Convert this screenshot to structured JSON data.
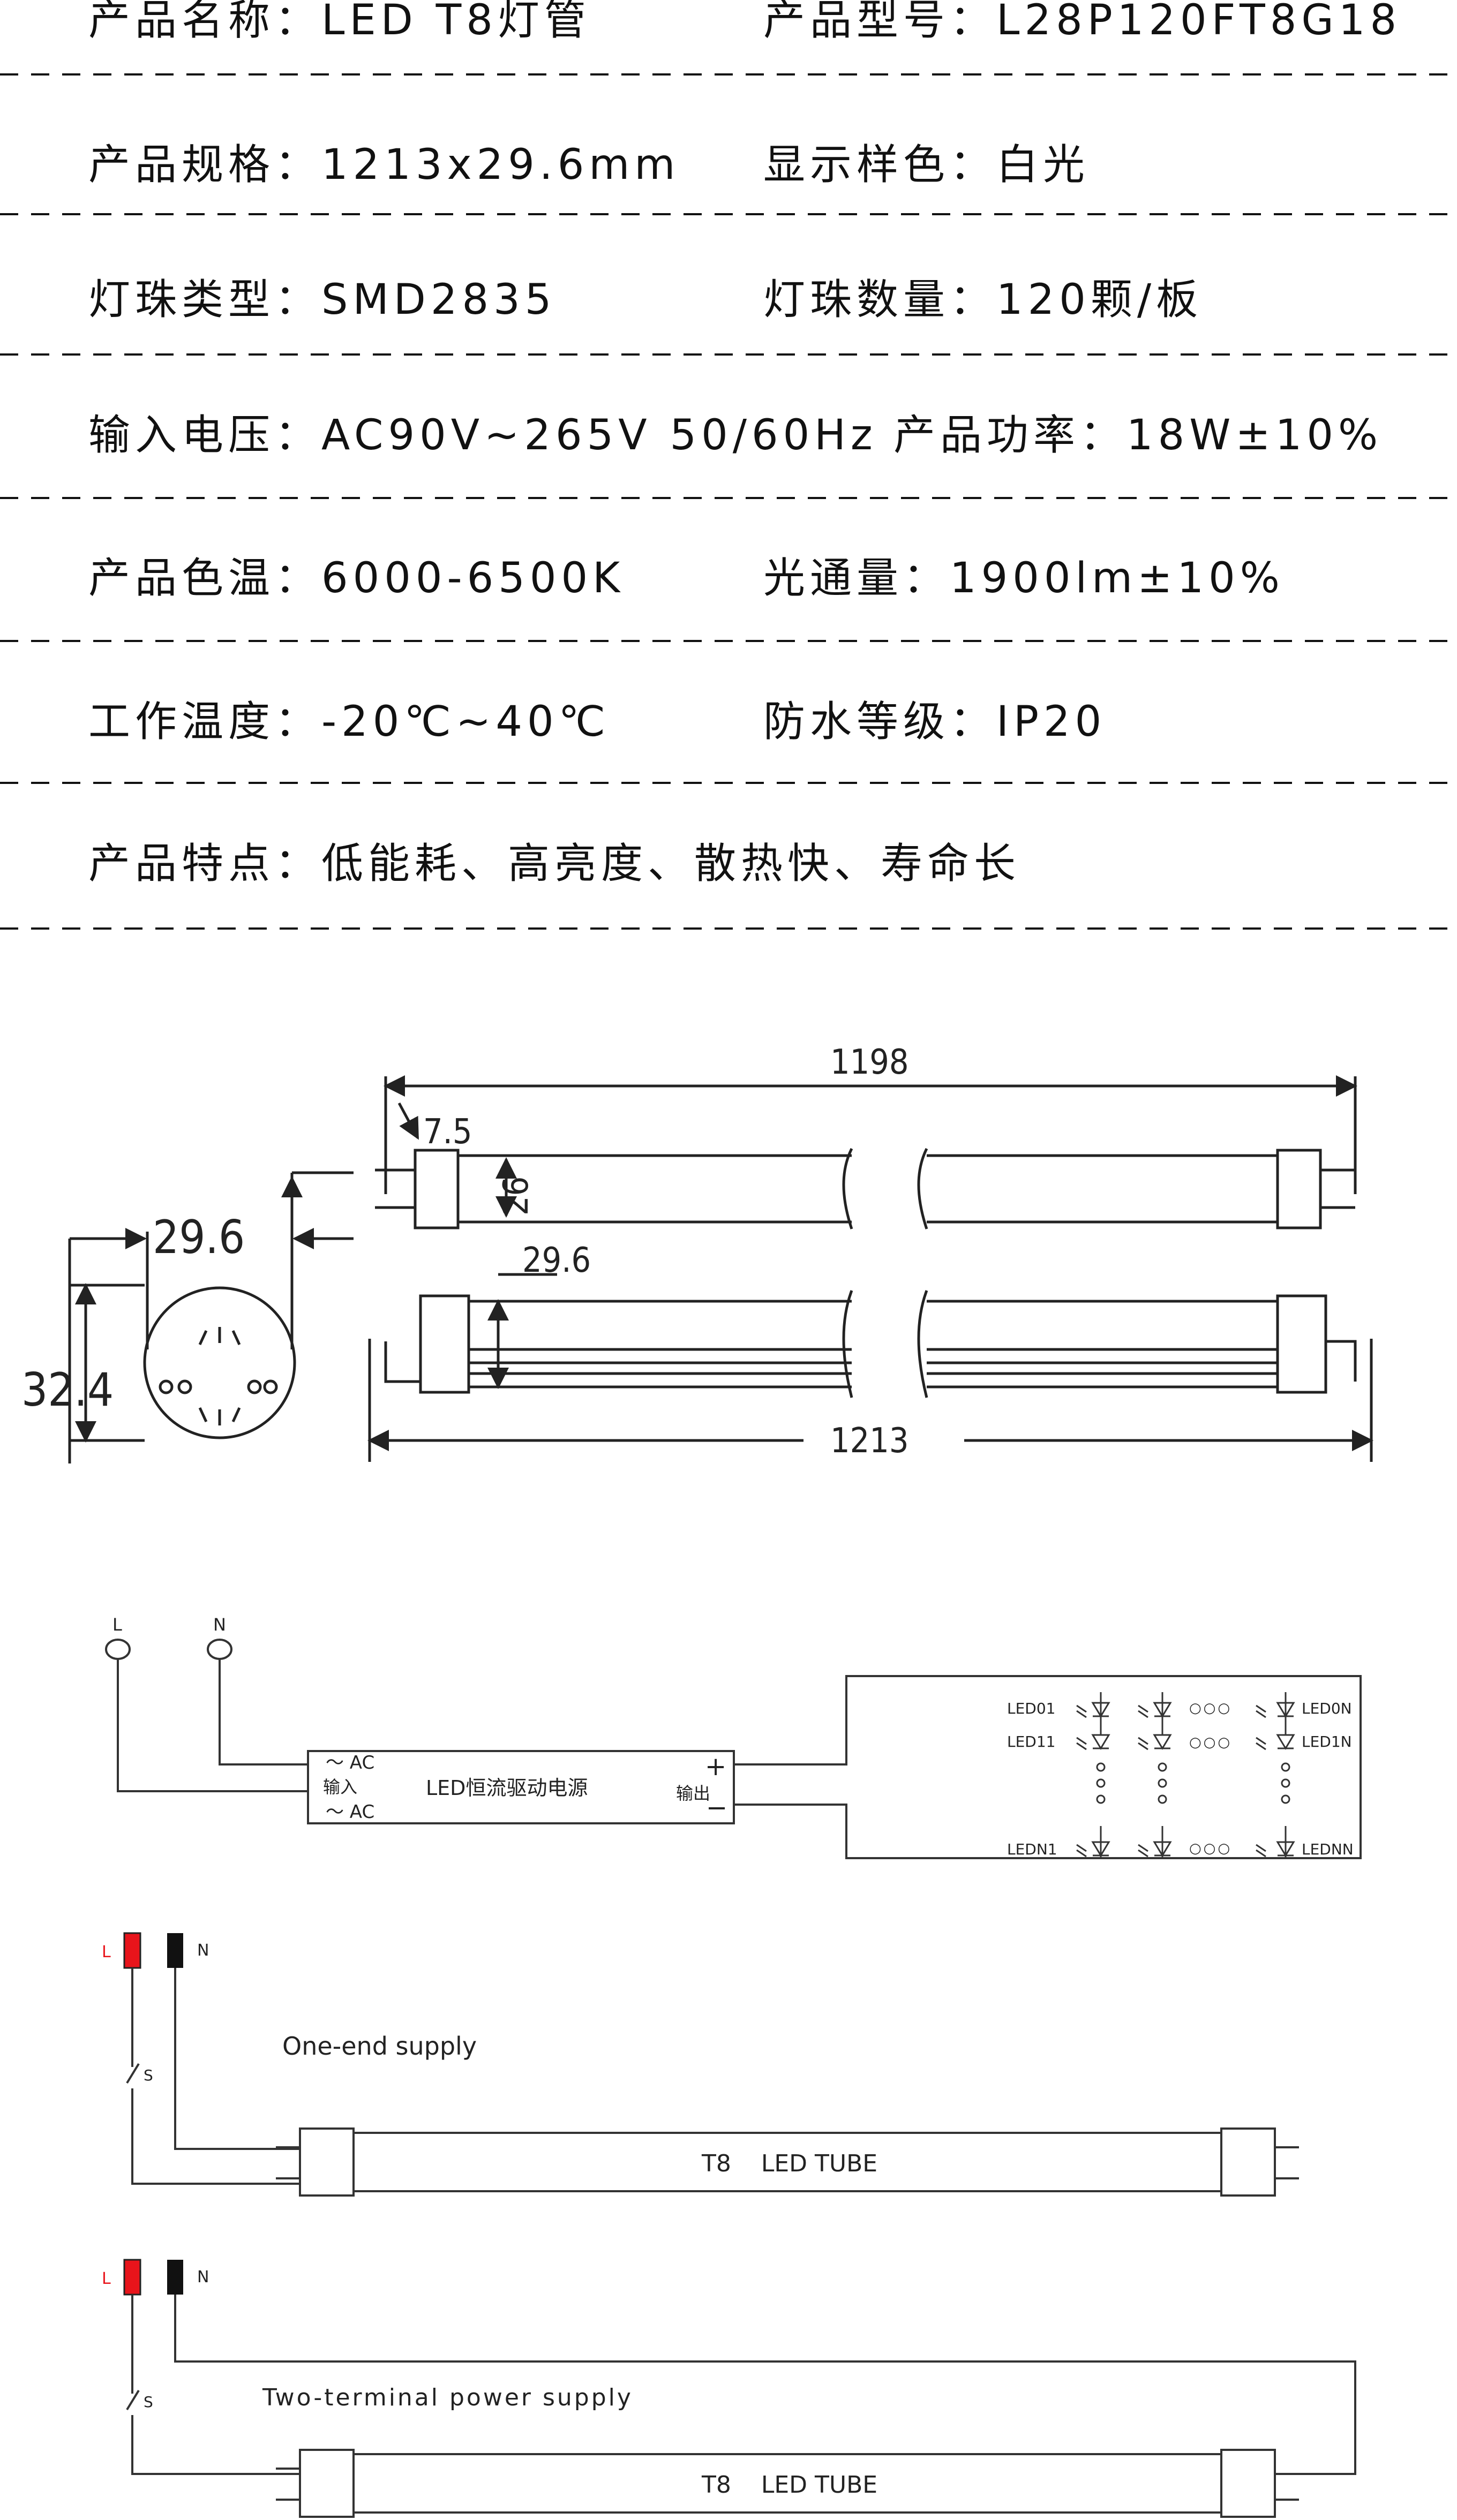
{
  "specs": [
    {
      "left": "产品名称：LED T8灯管",
      "right": "产品型号：L28P120FT8G18"
    },
    {
      "left": "产品规格：1213x29.6mm",
      "right": "显示样色：白光"
    },
    {
      "left": "灯珠类型：SMD2835",
      "right": "灯珠数量：120颗/板"
    },
    {
      "left": "输入电压：AC90V~265V 50/60Hz",
      "right": "产品功率：18W±10%"
    },
    {
      "left": "产品色温：6000-6500K",
      "right": "光通量：1900lm±10%"
    },
    {
      "left": "工作温度：-20℃~40℃",
      "right": "防水等级：IP20"
    },
    {
      "left": "产品特点：低能耗、高亮度、散热快、寿命长",
      "right": ""
    }
  ],
  "dimensions": {
    "overall_length": "1198",
    "total_length": "1213",
    "pin_length": "7.5",
    "inner_diameter": "26",
    "tube_diameter": "29.6",
    "side_diameter": "29.6",
    "end_height": "32.4"
  },
  "circuit": {
    "live": "L",
    "neutral": "N",
    "ac_top": "～ AC",
    "input": "输入",
    "ac_bottom": "～ AC",
    "driver": "LED恒流驱动电源",
    "output": "输出",
    "plus": "+",
    "minus": "−",
    "led_labels": [
      "LED01",
      "LED11",
      "LEDN1",
      "LED0N",
      "LED1N",
      "LEDNN"
    ],
    "dots": "○○○"
  },
  "wiring": [
    {
      "live": "L",
      "neutral": "N",
      "switch": "S",
      "caption": "One-end supply",
      "tube": "T8    LED TUBE"
    },
    {
      "live": "L",
      "neutral": "N",
      "switch": "S",
      "caption": "Two-terminal power supply",
      "tube": "T8    LED TUBE"
    }
  ],
  "colors": {
    "text": "#111111",
    "live": "#e8141b",
    "neutral": "#111111",
    "line": "#333333"
  }
}
